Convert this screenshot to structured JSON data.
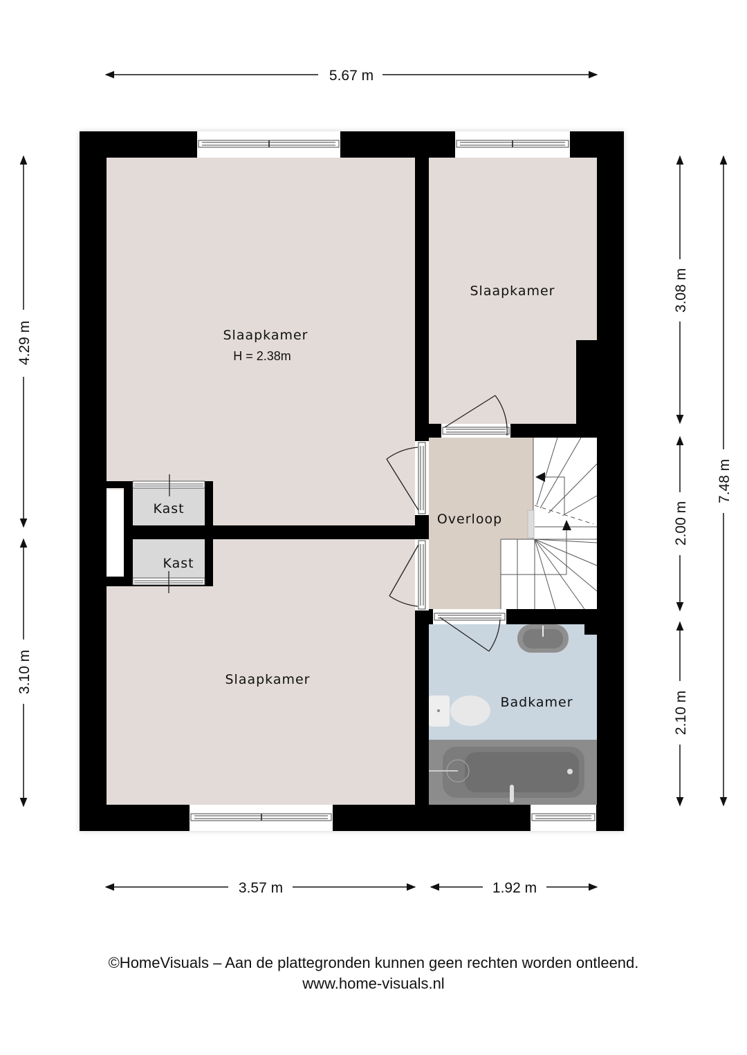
{
  "plan": {
    "rooms": [
      {
        "id": "slaapkamer-1",
        "label": "Slaapkamer",
        "sub": "H = 2.38m"
      },
      {
        "id": "slaapkamer-2",
        "label": "Slaapkamer"
      },
      {
        "id": "slaapkamer-3",
        "label": "Slaapkamer"
      },
      {
        "id": "overloop",
        "label": "Overloop"
      },
      {
        "id": "badkamer",
        "label": "Badkamer"
      },
      {
        "id": "kast-1",
        "label": "Kast"
      },
      {
        "id": "kast-2",
        "label": "Kast"
      }
    ],
    "dimensions": {
      "top_total": "5.67 m",
      "bottom_left": "3.57 m",
      "bottom_right": "1.92 m",
      "left_upper": "4.29 m",
      "left_lower": "3.10 m",
      "right_upper": "3.08 m",
      "right_middle": "2.00 m",
      "right_lower": "2.10 m",
      "right_total": "7.48 m"
    },
    "colors": {
      "wall": "#000000",
      "bedroom_floor": "#e2dbd7",
      "landing_floor": "#d9cfc5",
      "bathroom_floor": "#c9d5df",
      "closet_floor": "#d9d9d9",
      "fixture_gray": "#8c8c8c"
    }
  },
  "footer": {
    "line1": "©HomeVisuals – Aan de plattegronden kunnen geen rechten worden ontleend.",
    "line2": "www.home-visuals.nl"
  }
}
